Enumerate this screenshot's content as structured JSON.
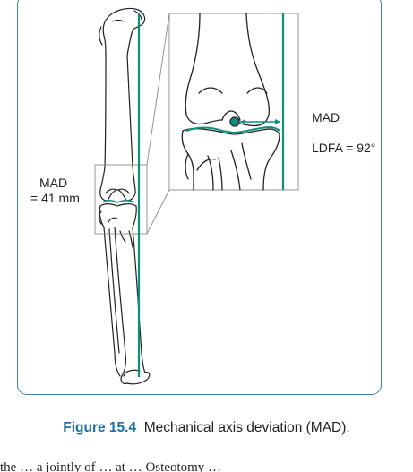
{
  "figure": {
    "overall": {
      "mad_label": "MAD",
      "mad_value": "= 41 mm"
    },
    "inset": {
      "mad_label": "MAD",
      "ldfa_label": "LDFA = 92°"
    },
    "colors": {
      "axis_line": "#0e8f7e",
      "box_border": "#3d7fae",
      "bone_stroke": "#231f20"
    }
  },
  "caption": {
    "label": "Figure 15.4",
    "text": "Mechanical axis deviation (MAD)."
  },
  "body_text": "the … a jointly of … at … Osteotomy …"
}
